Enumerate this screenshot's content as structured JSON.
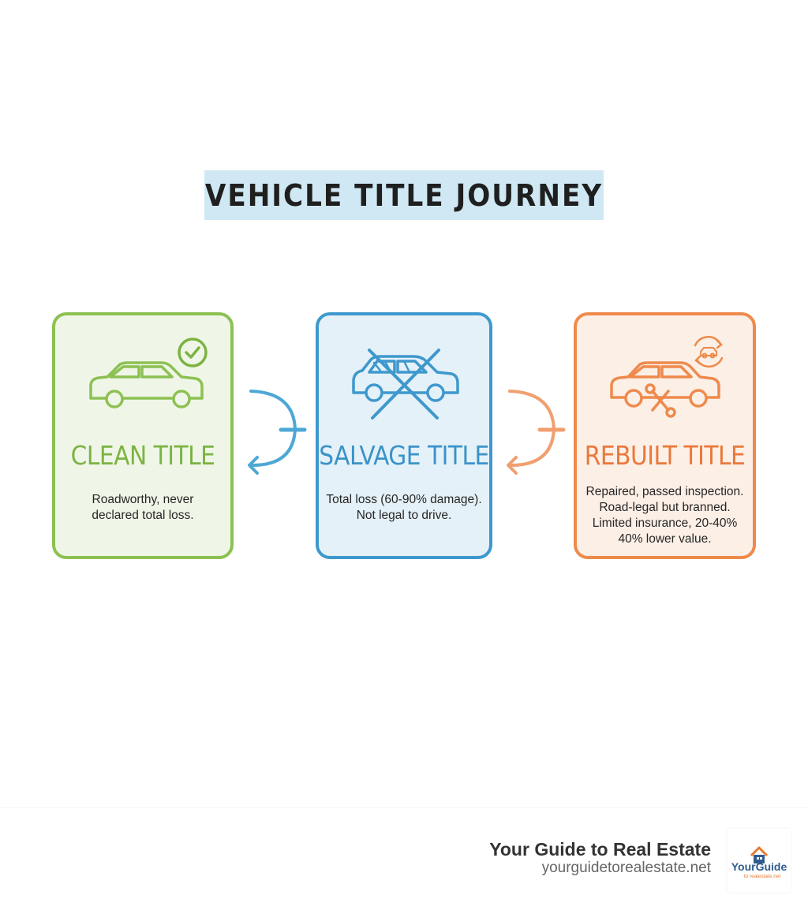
{
  "title": "VEHICLE TITLE JOURNEY",
  "cards": {
    "clean": {
      "title": "CLEAN TITLE",
      "desc": [
        "Roadworthy, never",
        "declared total loss."
      ],
      "color": "#8cc152"
    },
    "salvage": {
      "title": "SALVAGE TITLE",
      "desc": [
        "Total loss (60-90% damage).",
        "Not legal to drive."
      ],
      "color": "#3e98cd"
    },
    "rebuilt": {
      "title": "REBUILT TITLE",
      "desc": [
        "Repaired, passed inspection.",
        "Road-legal but branned.",
        "Limited insurance, 20-40%",
        "40% lower value."
      ],
      "color": "#ee8a4c"
    }
  },
  "footer": {
    "title": "Your Guide to Real Estate",
    "url": "yourguidetorealestate.net",
    "logo_text": "YourGuide",
    "logo_subtext": "to realestate.net"
  },
  "colors": {
    "banner": "#cfe8f3",
    "blue_arrow": "#4ea8d6",
    "orange_arrow": "#f0a070"
  }
}
